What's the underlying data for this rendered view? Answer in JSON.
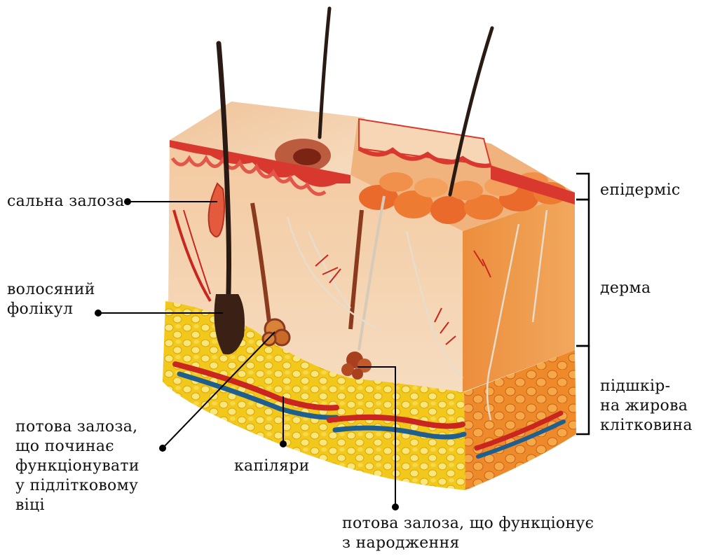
{
  "labels": {
    "sebaceous_gland": "сальна залоза",
    "hair_follicle": [
      "волосяний",
      "фолікул"
    ],
    "sweat_gland_adolescent": [
      "потова залоза,",
      "що починає",
      "функціонувати",
      "у підлітковому",
      "віці"
    ],
    "capillaries": "капіляри",
    "sweat_gland_birth": [
      "потова залоза, що функціонує",
      "з народження"
    ],
    "epidermis": "епідерміс",
    "dermis": "дерма",
    "hypodermis": [
      "підшкір-",
      "на жирова",
      "клітковина"
    ]
  },
  "colors": {
    "epidermis_surface": "#f2c49a",
    "epidermis_red": "#d9382f",
    "dermis": "#f4cfa6",
    "dermis_orange": "#e9742a",
    "fat": "#f2c81a",
    "fat_light": "#fbe679",
    "hair": "#2a1a14",
    "vessel_red": "#c8261e",
    "vessel_blue": "#1f5f8f"
  }
}
